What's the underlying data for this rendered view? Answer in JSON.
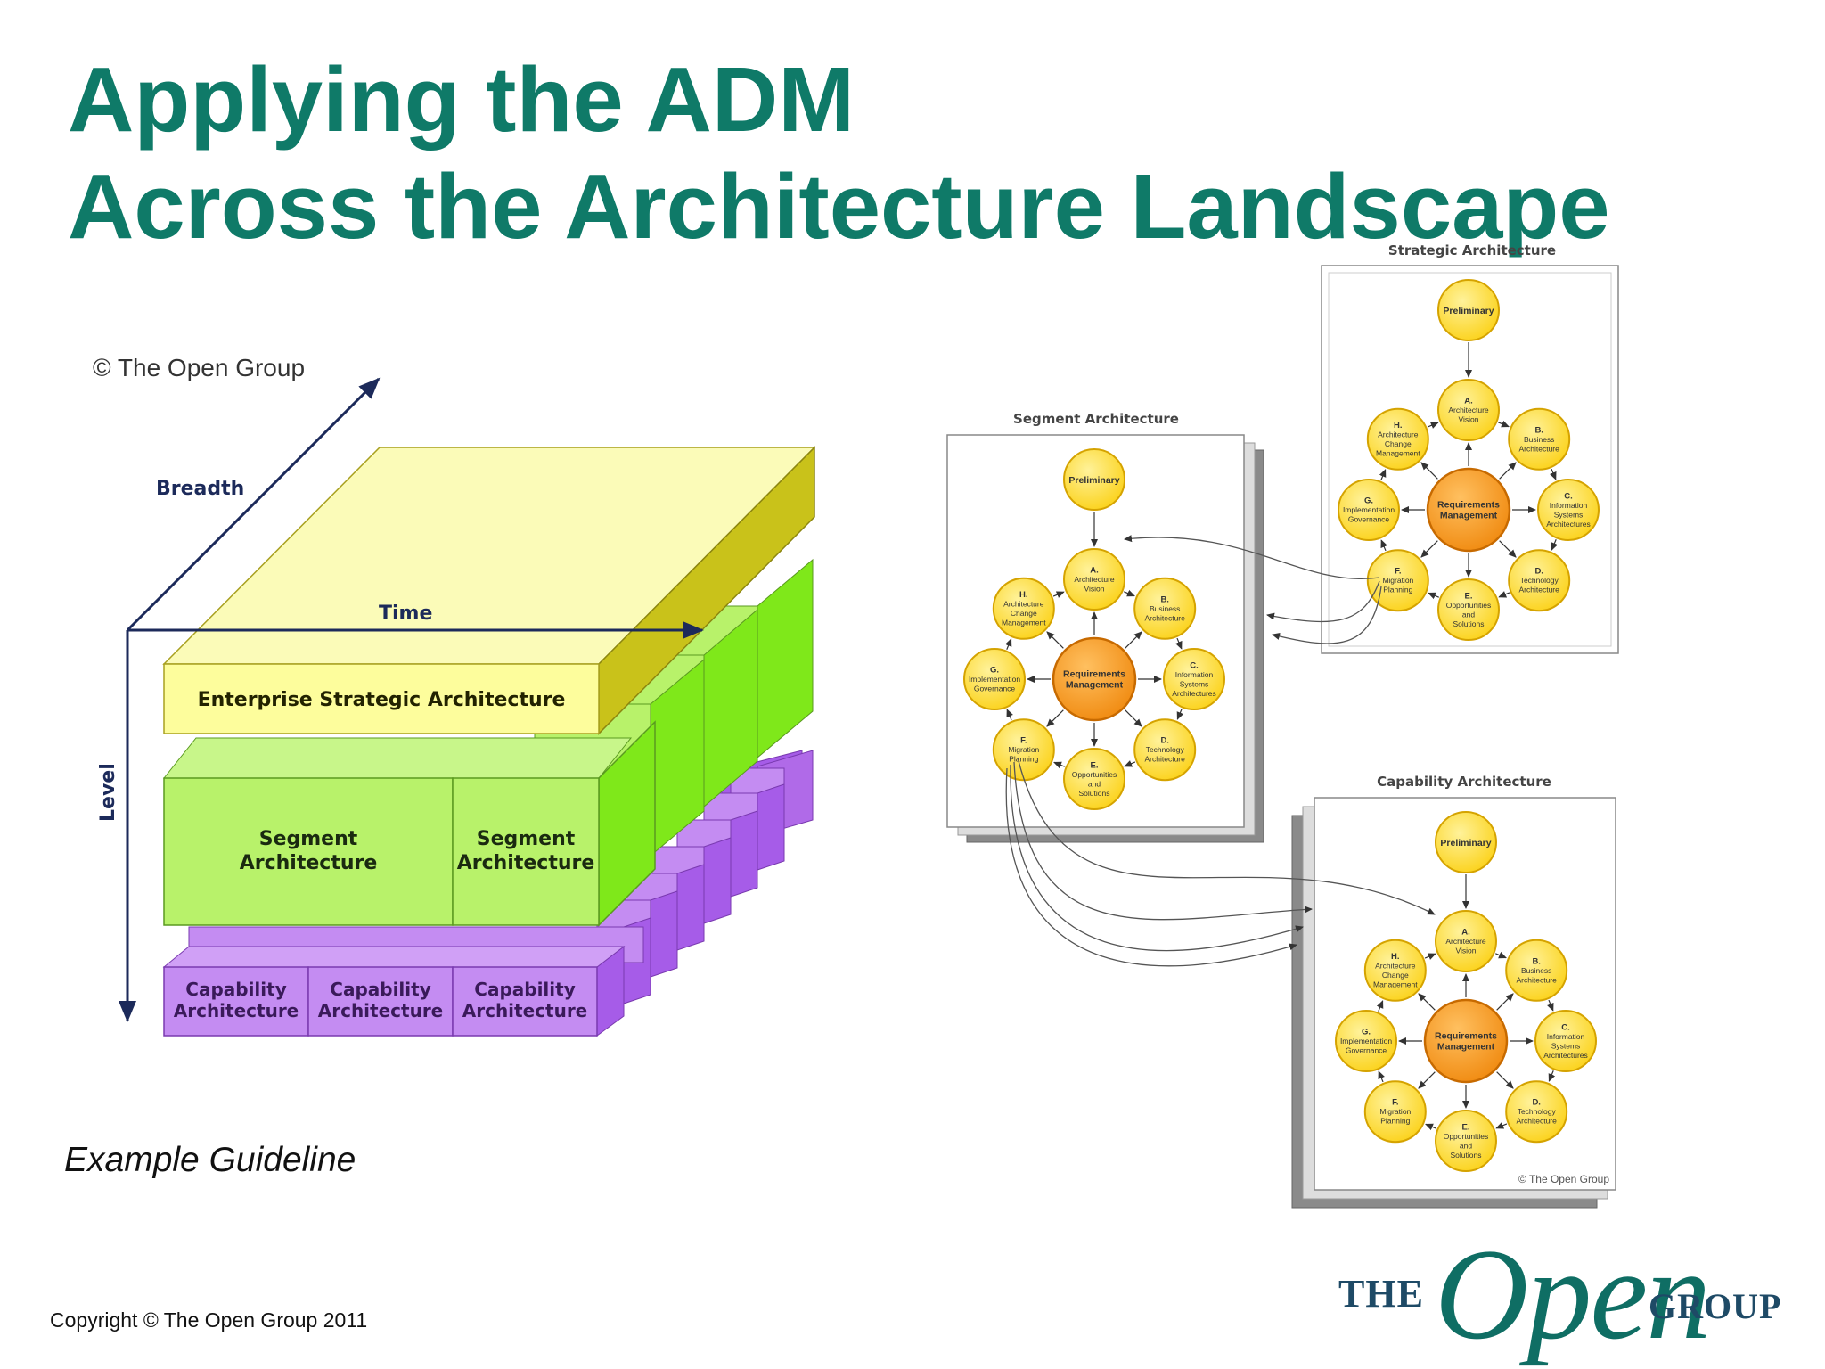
{
  "slide": {
    "title_line1": "Applying the ADM",
    "title_line2": "Across the Architecture Landscape",
    "caption": "Example Guideline",
    "copyright": "Copyright © The Open Group 2011"
  },
  "logo": {
    "the": "THE",
    "open": "Open",
    "group": "GROUP"
  },
  "landscape": {
    "copyright": "© The Open Group",
    "axis_breadth": "Breadth",
    "axis_time": "Time",
    "axis_level": "Level",
    "strategic_label": "Enterprise Strategic Architecture",
    "segment_label_1": "Segment",
    "segment_label_2": "Architecture",
    "capability_label_1": "Capability",
    "capability_label_2": "Architecture"
  },
  "adm": {
    "strategic_title": "Strategic Architecture",
    "segment_title": "Segment Architecture",
    "capability_title": "Capability Architecture",
    "page_copyright": "© The Open Group",
    "center": [
      "Requirements",
      "Management"
    ],
    "preliminary": "Preliminary",
    "phases": [
      {
        "letter": "A.",
        "lines": [
          "Architecture",
          "Vision"
        ]
      },
      {
        "letter": "B.",
        "lines": [
          "Business",
          "Architecture"
        ]
      },
      {
        "letter": "C.",
        "lines": [
          "Information",
          "Systems",
          "Architectures"
        ]
      },
      {
        "letter": "D.",
        "lines": [
          "Technology",
          "Architecture"
        ]
      },
      {
        "letter": "E.",
        "lines": [
          "Opportunities",
          "and",
          "Solutions"
        ]
      },
      {
        "letter": "F.",
        "lines": [
          "Migration",
          "Planning"
        ]
      },
      {
        "letter": "G.",
        "lines": [
          "Implementation",
          "Governance"
        ]
      },
      {
        "letter": "H.",
        "lines": [
          "Architecture",
          "Change",
          "Management"
        ]
      }
    ]
  },
  "colors": {
    "title": "#0f7a68",
    "yellow_front": "#fdfd9c",
    "yellow_top": "#fbfbb8",
    "yellow_side": "#c9c21a",
    "green_front": "#b8f26a",
    "green_side": "#7fe81a",
    "purple_front": "#c48cf2",
    "purple_side": "#a65ce8",
    "axis": "#1c2a5a",
    "circle_fill": "#fcd92e",
    "circle_stroke": "#d5a300",
    "center_fill": "#f79418",
    "center_stroke": "#c76a00"
  }
}
